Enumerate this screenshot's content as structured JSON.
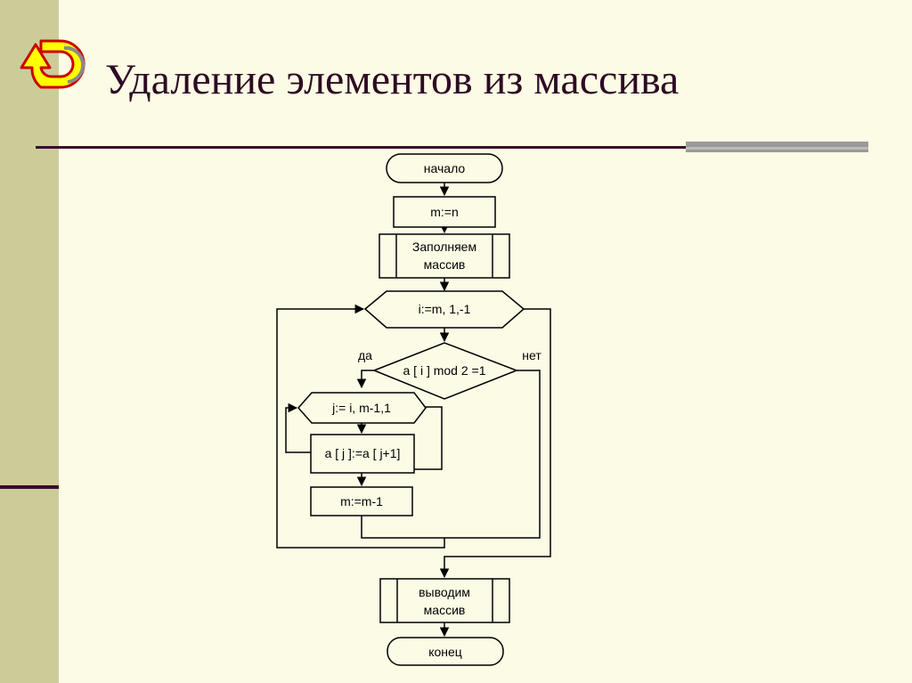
{
  "slide": {
    "title": "Удаление элементов из массива",
    "colors": {
      "background": "#fcfbe5",
      "sidebar": "#cccc99",
      "title_text": "#2e0a24",
      "rule": "#3b0a2a",
      "arrow_fill": "#ffff00",
      "arrow_outline": "#cc0000"
    },
    "nav_icon": "u-turn-back-arrow-icon"
  },
  "flowchart": {
    "start": "начало",
    "assign_m": "m:=n",
    "fill_array_line1": "Заполняем",
    "fill_array_line2": "массив",
    "loop_i": "i:=m, 1,-1",
    "condition": "a [ i ] mod 2 =1",
    "yes_label": "да",
    "no_label": "нет",
    "loop_j": "j:= i, m-1,1",
    "shift": "a [ j ]:=a [ j+1]",
    "decrement_m": "m:=m-1",
    "output_line1": "выводим",
    "output_line2": "массив",
    "end": "конец"
  }
}
